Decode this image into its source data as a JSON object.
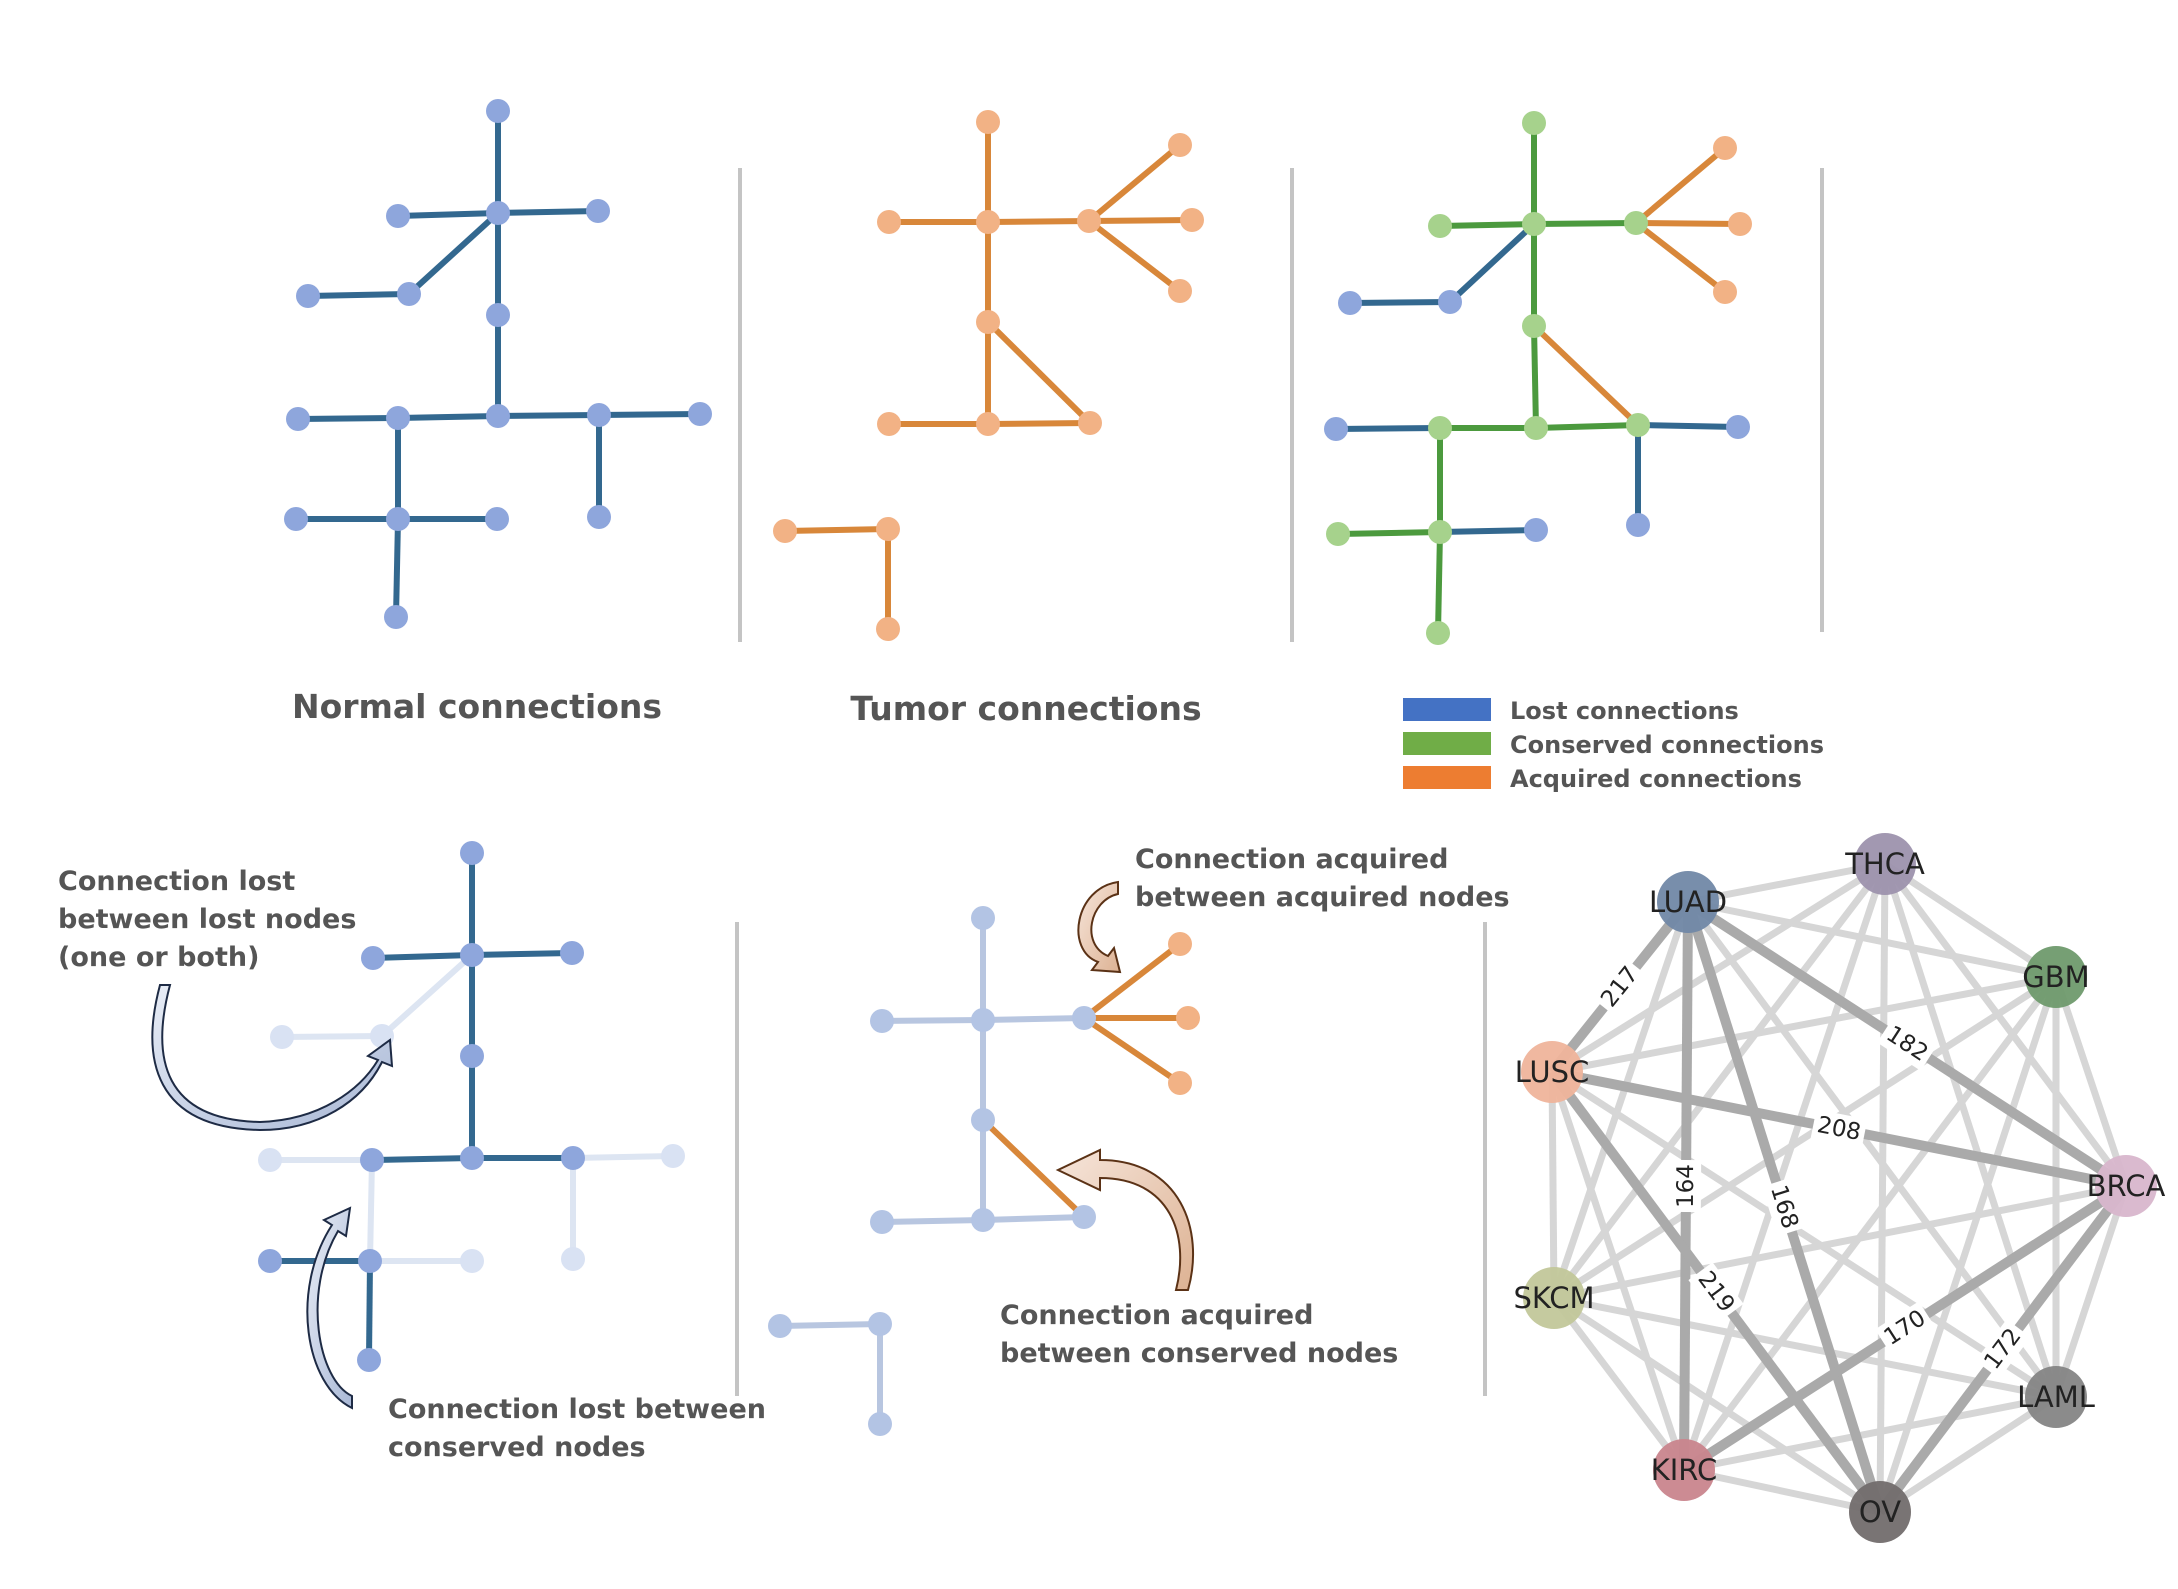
{
  "titles": {
    "normal": "Normal connections",
    "tumor": "Tumor connections"
  },
  "legend": {
    "items": [
      {
        "label": "Lost connections",
        "color": "#4472c4"
      },
      {
        "label": "Conserved connections",
        "color": "#70ad47"
      },
      {
        "label": "Acquired connections",
        "color": "#ed7d31"
      }
    ]
  },
  "annotations": {
    "lost_lost": [
      "Connection lost",
      "between lost nodes",
      "(one or both)"
    ],
    "lost_conserved": [
      "Connection lost between",
      "conserved nodes"
    ],
    "acquired_acquired": [
      "Connection acquired",
      "between acquired nodes"
    ],
    "acquired_conserved": [
      "Connection acquired",
      "between conserved nodes"
    ]
  },
  "colors": {
    "lost_edge": "#33688f",
    "lost_node": "#8ea6dc",
    "tumor_edge": "#d8873a",
    "tumor_node": "#f2b285",
    "conserved_edge": "#4c9a3e",
    "conserved_node": "#a6d28c",
    "faded_edge": "#b8c6e0",
    "faded_node": "#b3c4e4",
    "ghost_edge": "#dde5f2",
    "ghost_node": "#d9e2f3",
    "separator": "#c4c4c4"
  },
  "cancer_network": {
    "nodes": [
      {
        "id": "THCA",
        "label": "THCA",
        "color": "#9d92ad"
      },
      {
        "id": "LUAD",
        "label": "LUAD",
        "color": "#7188a7"
      },
      {
        "id": "GBM",
        "label": "GBM",
        "color": "#6f9a6d"
      },
      {
        "id": "LUSC",
        "label": "LUSC",
        "color": "#efb49b"
      },
      {
        "id": "BRCA",
        "label": "BRCA",
        "color": "#d8b6cc"
      },
      {
        "id": "SKCM",
        "label": "SKCM",
        "color": "#c2c79a"
      },
      {
        "id": "LAML",
        "label": "LAML",
        "color": "#858585"
      },
      {
        "id": "KIRC",
        "label": "KIRC",
        "color": "#c9858d"
      },
      {
        "id": "OV",
        "label": "OV",
        "color": "#726d6d"
      }
    ],
    "labeled_edges": [
      {
        "source": "LUAD",
        "target": "LUSC",
        "label": "217"
      },
      {
        "source": "LUAD",
        "target": "BRCA",
        "label": "182"
      },
      {
        "source": "LUSC",
        "target": "BRCA",
        "label": "208"
      },
      {
        "source": "LUAD",
        "target": "KIRC",
        "label": "164"
      },
      {
        "source": "LUAD",
        "target": "OV",
        "label": "168"
      },
      {
        "source": "LUSC",
        "target": "OV",
        "label": "219"
      },
      {
        "source": "BRCA",
        "target": "KIRC",
        "label": "170"
      },
      {
        "source": "BRCA",
        "target": "OV",
        "label": "172"
      }
    ]
  }
}
